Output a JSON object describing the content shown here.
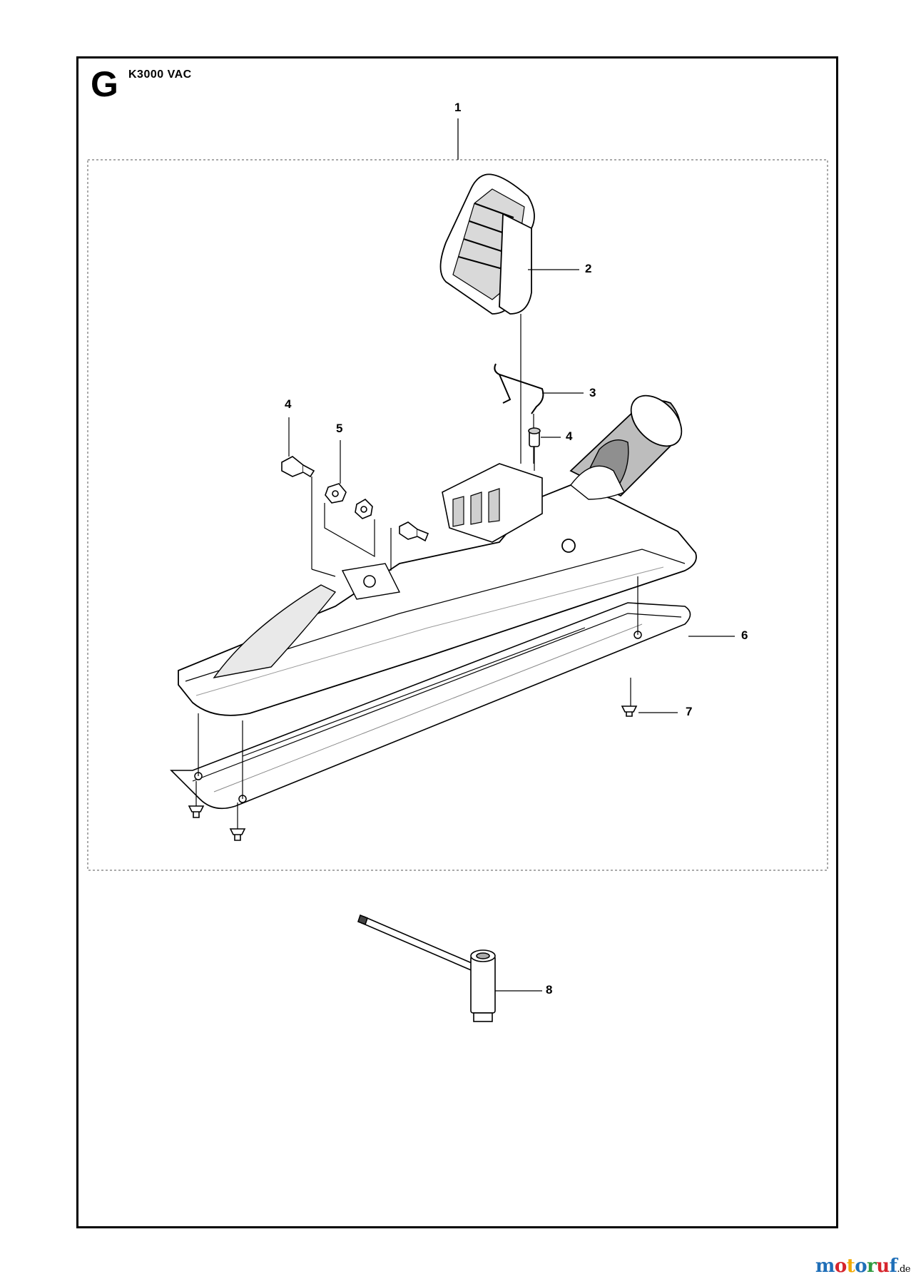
{
  "header": {
    "section_letter": "G",
    "model": "K3000 VAC"
  },
  "callouts": {
    "c1": "1",
    "c2": "2",
    "c3": "3",
    "c4a": "4",
    "c4b": "4",
    "c5": "5",
    "c6": "6",
    "c7": "7",
    "c8": "8"
  },
  "watermark": {
    "parts": [
      {
        "text": "m",
        "color": "#1f6fb8"
      },
      {
        "text": "o",
        "color": "#d6252c"
      },
      {
        "text": "t",
        "color": "#f2a900"
      },
      {
        "text": "o",
        "color": "#1f6fb8"
      },
      {
        "text": "r",
        "color": "#2e9a3e"
      },
      {
        "text": "u",
        "color": "#d6252c"
      },
      {
        "text": "f",
        "color": "#1f6fb8"
      }
    ],
    "tld": ".de"
  },
  "colors": {
    "line": "#000000",
    "shade": "#bdbdbd",
    "dark": "#6d6d6d"
  }
}
